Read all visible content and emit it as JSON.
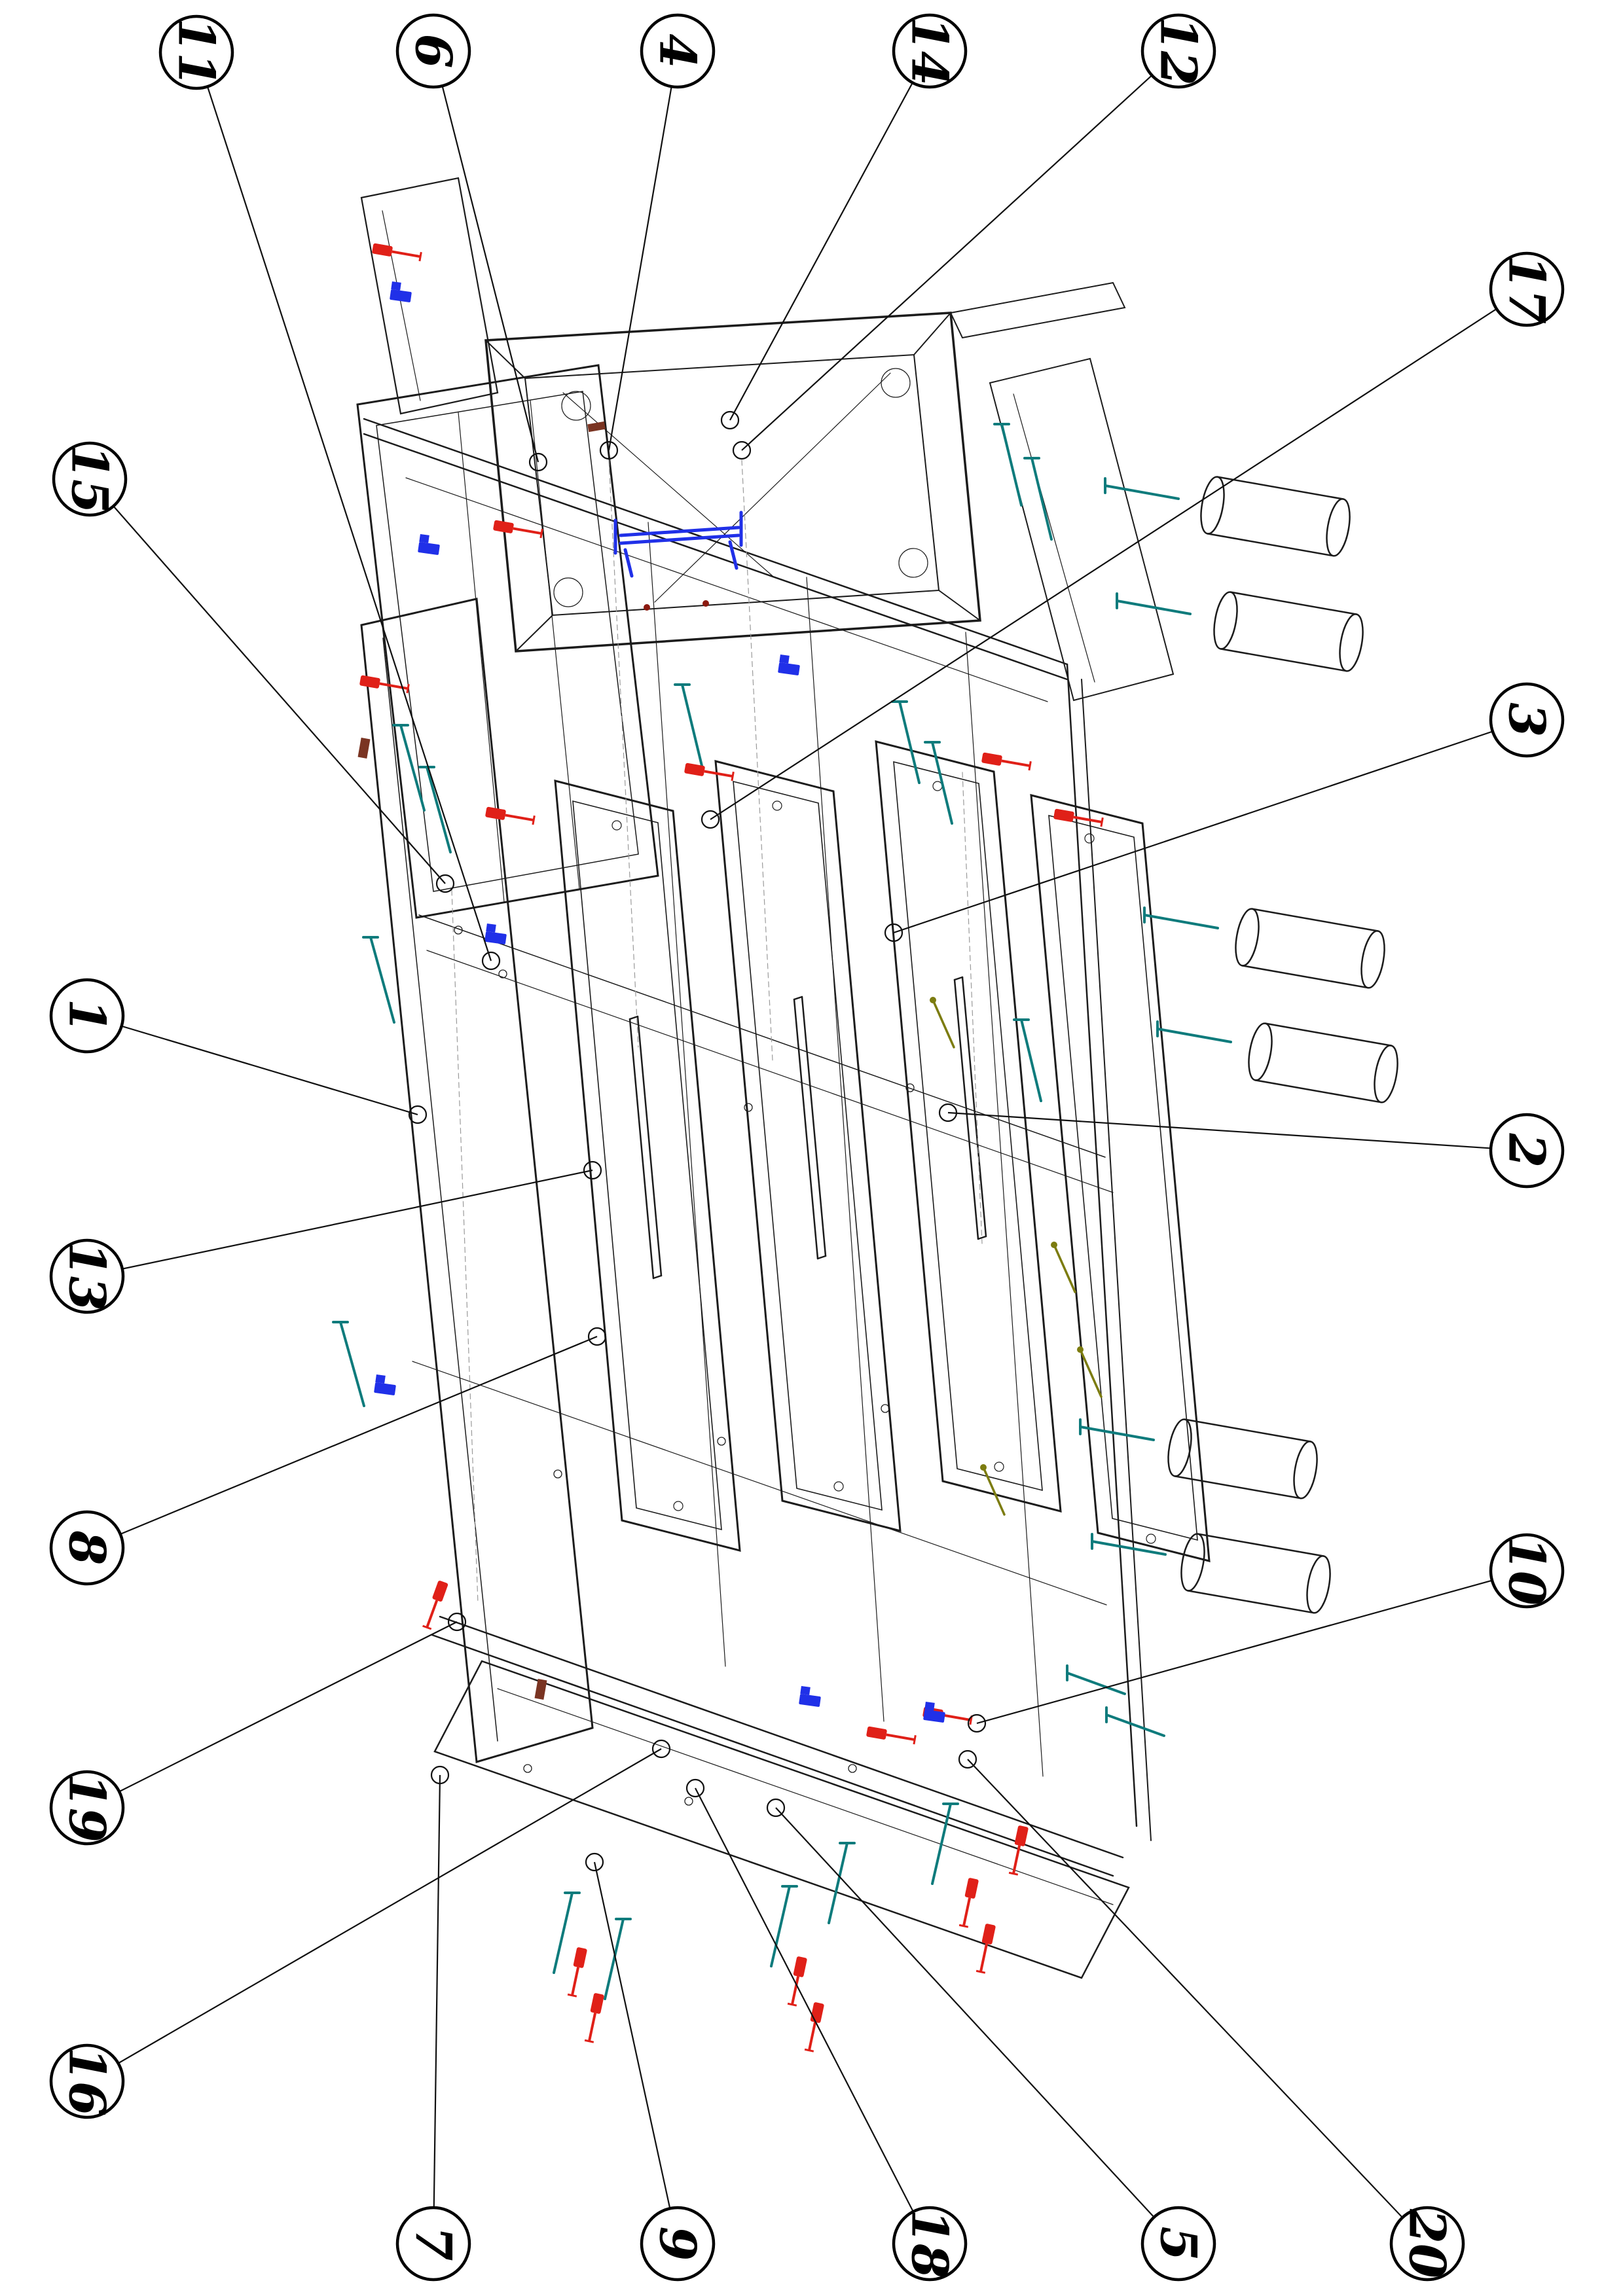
{
  "callouts": [
    "1",
    "2",
    "3",
    "4",
    "5",
    "6",
    "7",
    "8",
    "9",
    "10",
    "11",
    "12",
    "13",
    "14",
    "15",
    "16",
    "17",
    "18",
    "19",
    "20"
  ],
  "colors": {
    "line": "#1c1c1c",
    "fastener_red": "#e02018",
    "screw_teal": "#0e7b7c",
    "bracket_blue": "#2030e8",
    "screw_olive": "#7c7c10",
    "wood_brown": "#7a3422"
  }
}
